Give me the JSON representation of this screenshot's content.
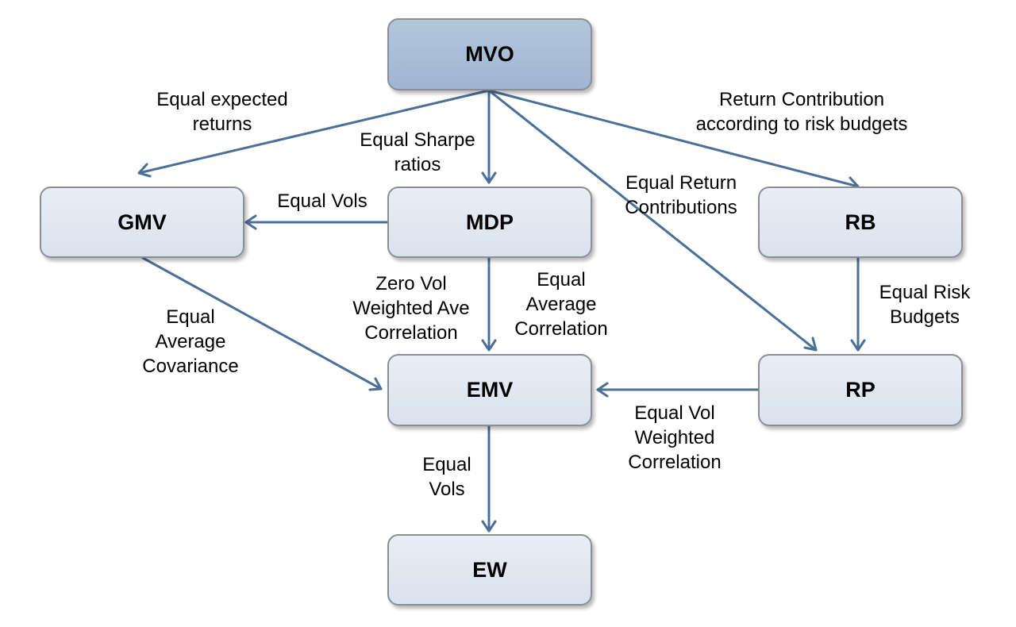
{
  "colors": {
    "arrow": "#4a6f98",
    "node_fill": "#dfe6f0",
    "root_fill": "#a9bfd8",
    "node_border": "#8a8f96"
  },
  "nodes": {
    "mvo": "MVO",
    "gmv": "GMV",
    "mdp": "MDP",
    "rb": "RB",
    "emv": "EMV",
    "rp": "RP",
    "ew": "EW"
  },
  "edges": [
    {
      "from": "MVO",
      "to": "GMV",
      "label": "Equal expected\nreturns"
    },
    {
      "from": "MVO",
      "to": "MDP",
      "label": "Equal Sharpe\nratios"
    },
    {
      "from": "MVO",
      "to": "RP",
      "label": "Equal Return\nContributions"
    },
    {
      "from": "MVO",
      "to": "RB",
      "label": "Return Contribution\naccording to risk budgets"
    },
    {
      "from": "MDP",
      "to": "GMV",
      "label": "Equal Vols"
    },
    {
      "from": "GMV",
      "to": "EMV",
      "label": "Equal\nAverage\nCovariance"
    },
    {
      "from": "MDP",
      "to": "EMV",
      "label": "Zero Vol\nWeighted Ave\nCorrelation"
    },
    {
      "from": "MDP",
      "to": "EMV",
      "label": "Equal\nAverage\nCorrelation"
    },
    {
      "from": "RB",
      "to": "RP",
      "label": "Equal Risk\nBudgets"
    },
    {
      "from": "RP",
      "to": "EMV",
      "label": "Equal Vol\nWeighted\nCorrelation"
    },
    {
      "from": "EMV",
      "to": "EW",
      "label": "Equal\nVols"
    }
  ]
}
